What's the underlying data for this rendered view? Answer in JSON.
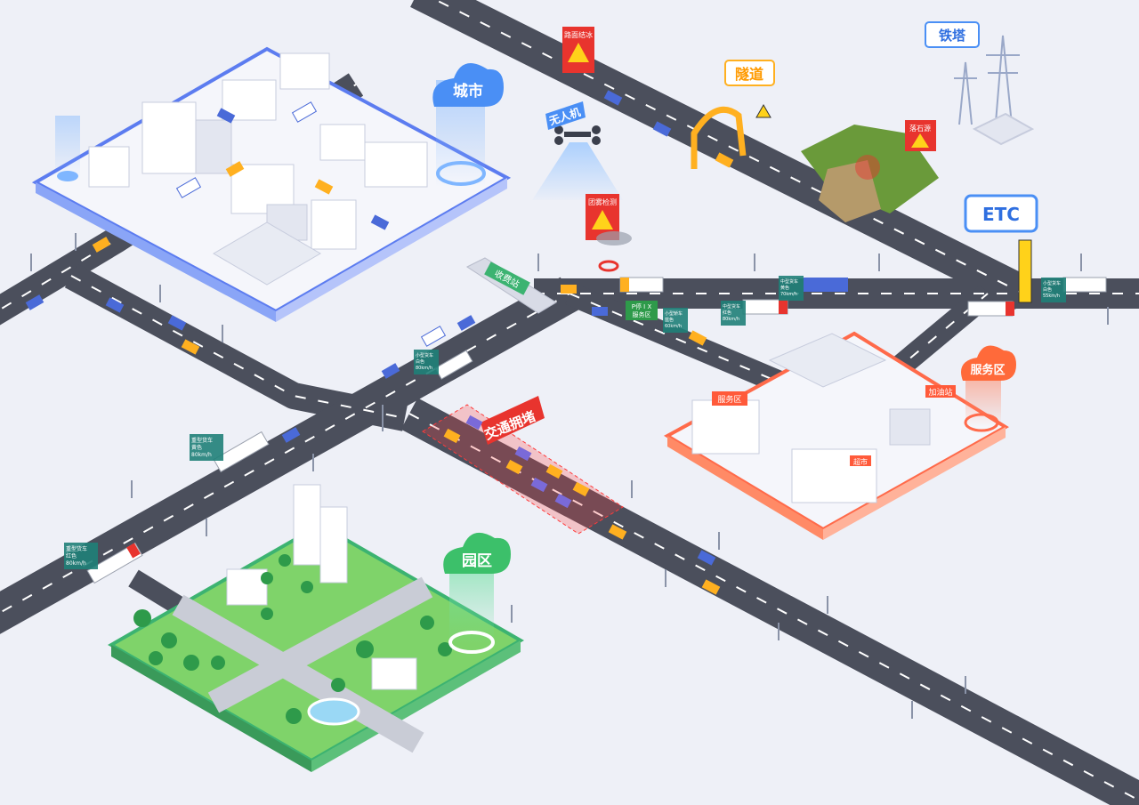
{
  "labels": {
    "city": "城市",
    "park": "园区",
    "service_area": "服务区",
    "tunnel": "隧道",
    "tower": "铁塔",
    "etc": "ETC",
    "drone": "无人机",
    "congestion": "交通拥堵",
    "toll_station": "收费站",
    "fog_detect_top": "路面结冰",
    "fog_detect_mid": "团雾检测",
    "rockfall": "落石源",
    "gas_station": "加油站",
    "service_building": "服务区",
    "supermarket": "超市",
    "service_sign": "服务区",
    "parking_sign": "P停 I X"
  },
  "vehicle_tags": [
    {
      "line1": "重型货车",
      "line2": "黄色",
      "line3": "80km/h"
    },
    {
      "line1": "重型货车",
      "line2": "红色",
      "line3": "80km/h"
    },
    {
      "line1": "中型货车",
      "line2": "黄色",
      "line3": "70km/h"
    },
    {
      "line1": "小型轿车",
      "line2": "蓝色",
      "line3": "60km/h"
    },
    {
      "line1": "小型货车",
      "line2": "白色",
      "line3": "80km/h"
    },
    {
      "line1": "小型货车",
      "line2": "白色",
      "line3": "55km/h"
    },
    {
      "line1": "中型货车",
      "line2": "红色",
      "line3": "80km/h"
    }
  ],
  "colors": {
    "background": "#eef0f7",
    "road": "#4b4f5c",
    "road_marking": "#ffffff",
    "city_platform": "#5c7cf0",
    "park_platform": "#3cb371",
    "service_platform": "#ff6a4a",
    "label_blue": "#4a8ff5",
    "label_red": "#e8342e",
    "label_orange": "#ffb020",
    "tag_teal": "#1f7f78"
  }
}
